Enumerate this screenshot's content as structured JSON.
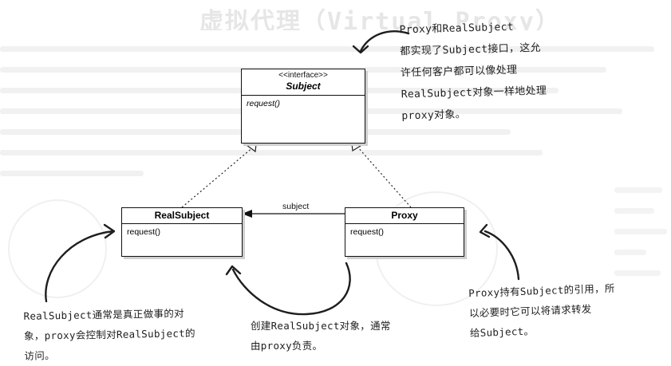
{
  "title": "虚拟代理（Virtual Proxy）",
  "uml": {
    "subject": {
      "stereotype": "<<interface>>",
      "name": "Subject",
      "method": "request()"
    },
    "realsubject": {
      "name": "RealSubject",
      "method": "request()"
    },
    "proxy": {
      "name": "Proxy",
      "method": "request()"
    },
    "association_label": "subject"
  },
  "notes": {
    "top": [
      "Proxy和RealSubject",
      "都实现了Subject接口，这允",
      "许任何客户都可以像处理",
      "RealSubject对象一样地处理",
      "proxy对象。"
    ],
    "right": [
      "Proxy持有Subject的引用，所",
      "以必要时它可以将请求转发",
      "给Subject。"
    ],
    "left": [
      "RealSubject通常是真正做事的对",
      "象，proxy会控制对RealSubject的",
      "访问。"
    ],
    "mid": [
      "创建RealSubject对象，通常",
      "由proxy负责。"
    ]
  },
  "colors": {
    "ink": "#1e1e1e",
    "box_border": "#111111",
    "shadow": "#cfcfcf"
  }
}
